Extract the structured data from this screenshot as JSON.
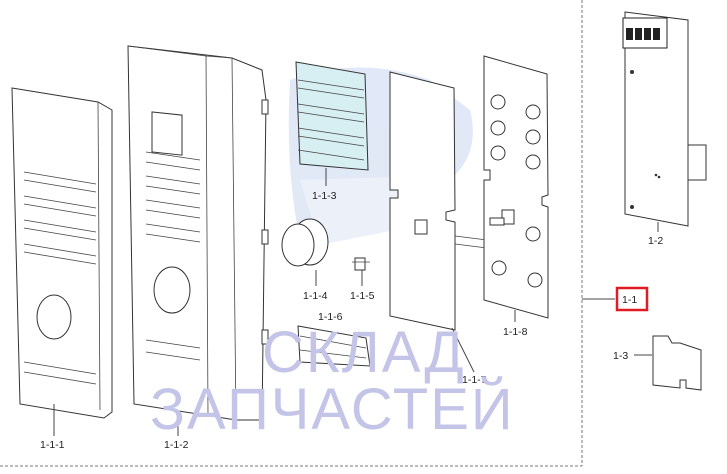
{
  "diagram": {
    "parts": [
      {
        "id": "1-1-1"
      },
      {
        "id": "1-1-2"
      },
      {
        "id": "1-1-3"
      },
      {
        "id": "1-1-4"
      },
      {
        "id": "1-1-5"
      },
      {
        "id": "1-1-6"
      },
      {
        "id": "1-1-7"
      },
      {
        "id": "1-1-8"
      },
      {
        "id": "1-2"
      },
      {
        "id": "1-3"
      }
    ],
    "assembly_label": "1-1",
    "highlight_color": "#e11b22"
  },
  "watermark": {
    "line1": "СКЛАД",
    "line2": "ЗАПЧАСТЕЙ",
    "color": "#b8b8e0"
  }
}
